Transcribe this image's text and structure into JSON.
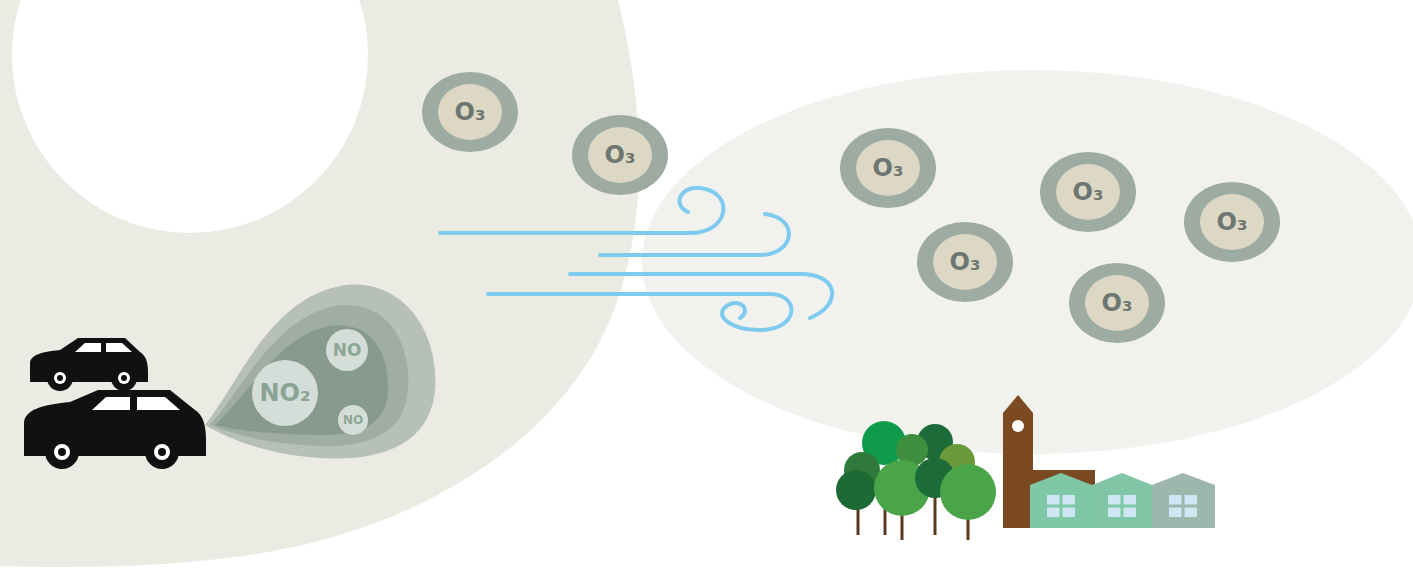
{
  "diagram": {
    "nodes": [
      {
        "text": [
          "O₃"
        ]
      },
      {
        "text": [
          "O₃"
        ]
      },
      {
        "text": [
          "O₃"
        ]
      },
      {
        "text": [
          "O₃"
        ]
      },
      {
        "text": [
          "O₃"
        ]
      },
      {
        "text": [
          "O₃"
        ]
      },
      {
        "text": [
          "O₃"
        ]
      },
      {
        "text": [
          "NO"
        ]
      },
      {
        "text": [
          "NO₂"
        ]
      },
      {
        "text": [
          "NO"
        ]
      }
    ]
  }
}
